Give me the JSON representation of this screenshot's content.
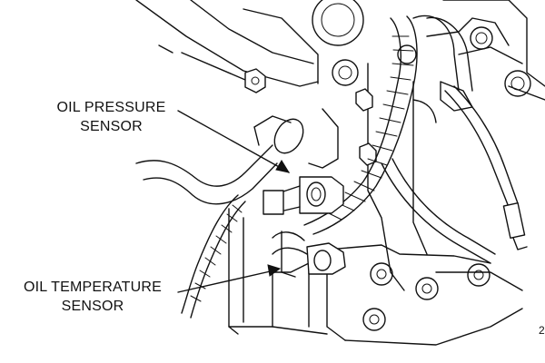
{
  "callouts": {
    "oil_pressure": {
      "line1": "OIL PRESSURE",
      "line2": "SENSOR"
    },
    "oil_temperature": {
      "line1": "OIL TEMPERATURE",
      "line2": "SENSOR"
    }
  },
  "figure_number": "2",
  "colors": {
    "ink": "#111111",
    "paper": "#ffffff"
  }
}
